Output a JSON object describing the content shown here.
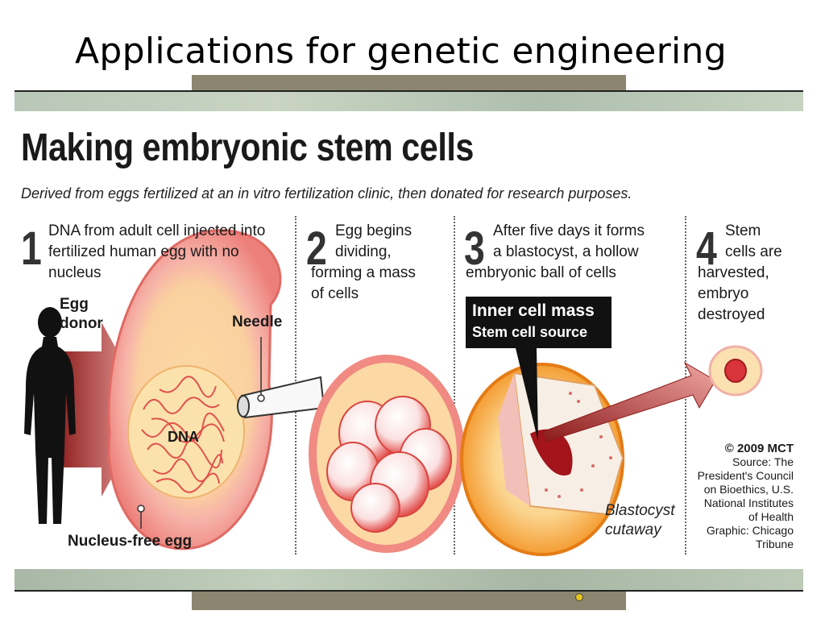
{
  "slide": {
    "title": "Applications for genetic engineering"
  },
  "graphic": {
    "title": "Making embryonic stem cells",
    "subtitle": "Derived from eggs fertilized at an in vitro fertilization clinic, then donated for research purposes.",
    "steps": [
      {
        "number": "1",
        "lines": [
          "DNA from adult cell injected into",
          "fertilized human egg with no",
          "nucleus"
        ]
      },
      {
        "number": "2",
        "lines": [
          "Egg begins",
          "dividing,",
          "forming a mass",
          "of cells"
        ]
      },
      {
        "number": "3",
        "lines": [
          "After five days it forms",
          "a blastocyst, a hollow",
          "embryonic ball of cells"
        ]
      },
      {
        "number": "4",
        "lines": [
          "Stem",
          "cells are",
          "harvested,",
          "embryo",
          "destroyed"
        ]
      }
    ],
    "labels": {
      "egg_donor": [
        "Egg",
        "donor"
      ],
      "needle": "Needle",
      "dna": "DNA",
      "nucleus_free_egg": "Nucleus-free egg",
      "blastocyst_cutaway": [
        "Blastocyst",
        "cutaway"
      ]
    },
    "callout": {
      "line1": "Inner cell mass",
      "line2": "Stem cell source"
    },
    "credits": {
      "copyright": "© 2009 MCT",
      "lines": [
        "Source: The",
        "President's Council",
        "on Bioethics, U.S.",
        "National Institutes",
        "of Health",
        "Graphic: Chicago",
        "Tribune"
      ]
    }
  },
  "colors": {
    "egg_outer": "#f4a9a6",
    "egg_inner": "#fbd8a4",
    "dna_strand": "#e0524c",
    "arrow_red": "#b22222",
    "blastocyst_orange": "#f59b2a",
    "silhouette": "#111111"
  }
}
